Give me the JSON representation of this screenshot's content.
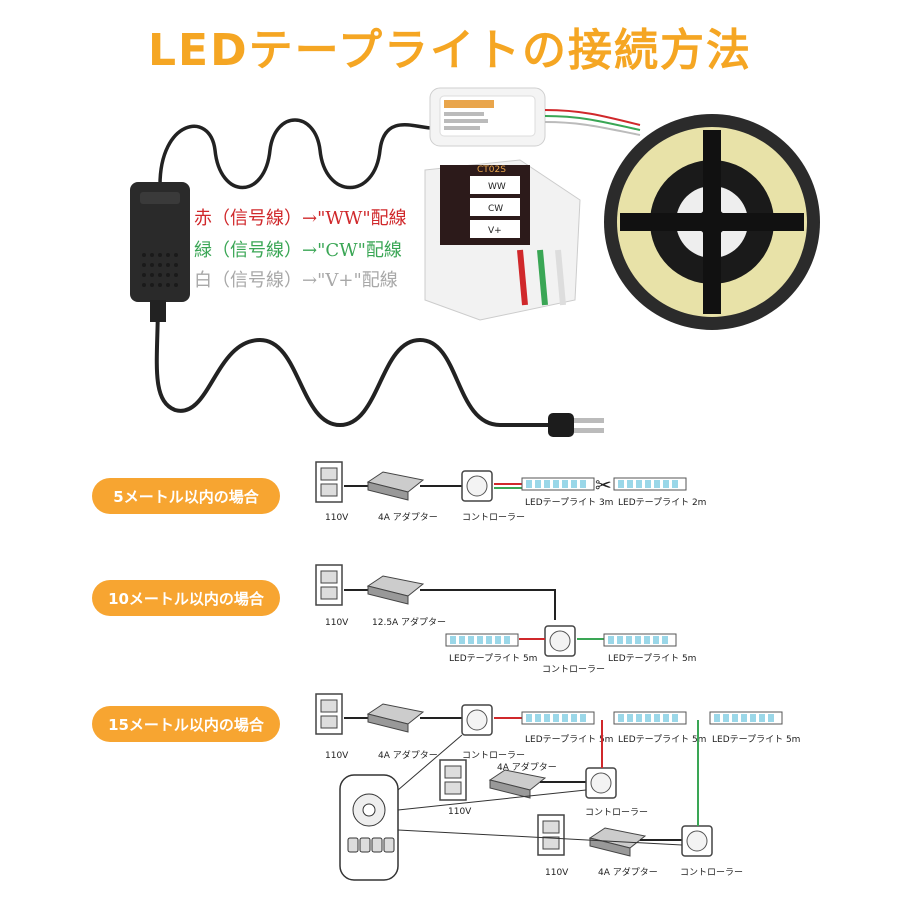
{
  "title": "LEDテープライトの接続方法",
  "controller_label": "CT02S",
  "controller_terminals": [
    "WW",
    "CW",
    "V+"
  ],
  "wire_legend": [
    {
      "text": "赤（信号線）→\"WW\"配線",
      "color": "#d0282b"
    },
    {
      "text": "緑（信号線）→\"CW\"配線",
      "color": "#3aa655"
    },
    {
      "text": "白（信号線）→\"V+\"配線",
      "color": "#a8a8a8"
    }
  ],
  "cases": [
    {
      "label": "5メートル以内の場合",
      "outlet": "110V",
      "adapter": "4A アダプター",
      "controller": "コントローラー",
      "strips": [
        "LEDテープライト 3m",
        "LEDテープライト 2m"
      ]
    },
    {
      "label": "10メートル以内の場合",
      "outlet": "110V",
      "adapter": "12.5A アダプター",
      "controller": "コントローラー",
      "strips": [
        "LEDテープライト 5m",
        "LEDテープライト 5m"
      ]
    },
    {
      "label": "15メートル以内の場合",
      "outlet": "110V",
      "adapter": "4A アダプター",
      "controller": "コントローラー",
      "strips": [
        "LEDテープライト 5m",
        "LEDテープライト 5m",
        "LEDテープライト 5m"
      ],
      "sub_units": [
        {
          "adapter": "4A アダプター",
          "outlet": "110V",
          "controller": "コントローラー"
        },
        {
          "adapter": "4A アダプター",
          "outlet": "110V",
          "controller": "コントローラー"
        }
      ]
    }
  ],
  "colors": {
    "accent": "#f7a531",
    "wire_red": "#d0282b",
    "wire_green": "#3aa655",
    "strip_chip": "#9ad7e8"
  }
}
